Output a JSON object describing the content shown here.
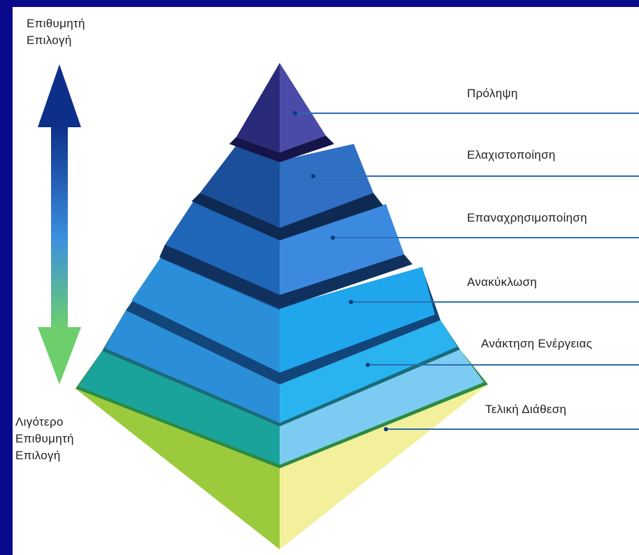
{
  "diagram": {
    "top_label": [
      "Επιθυμητή",
      "Επιλογή"
    ],
    "bottom_label": [
      "Λιγότερο",
      "Επιθυμητή",
      "Επιλογή"
    ],
    "tiers": [
      {
        "label": "Πρόληψη",
        "color_left": "#2a2a7a",
        "color_right": "#4a4aa8"
      },
      {
        "label": "Ελαχιστοποίηση",
        "color_left": "#1c4f9a",
        "color_right": "#2f6fc4"
      },
      {
        "label": "Επαναχρησιμοποίηση",
        "color_left": "#1f66b8",
        "color_right": "#3c8ae0"
      },
      {
        "label": "Ανακύκλωση",
        "color_left": "#2a8fd8",
        "color_right": "#29b4f0"
      },
      {
        "label": "Ανάκτηση Ενέργειας",
        "color_left": "#1aa39a",
        "color_right": "#7ccbf2"
      },
      {
        "label": "Τελική Διάθεση",
        "color_left": "#9bcb3c",
        "color_right": "#f2f09a"
      }
    ],
    "arrow_colors": [
      "#0c2f8a",
      "#3b8fe0",
      "#6ccf6c"
    ],
    "line_color": "#2a6db5"
  }
}
